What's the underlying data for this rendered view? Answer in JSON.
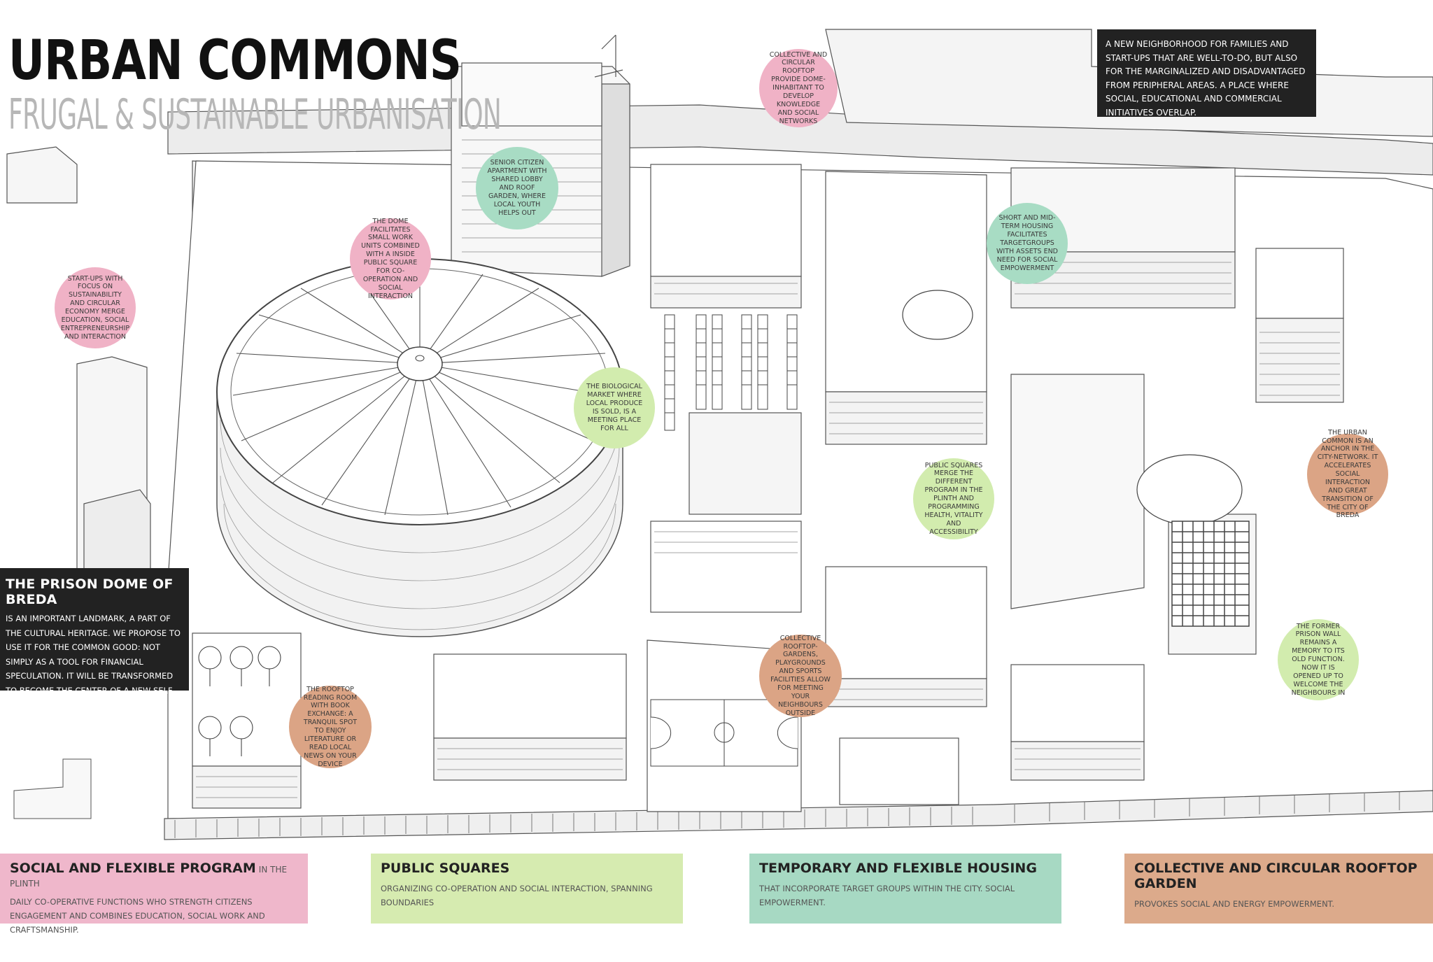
{
  "header": {
    "title": "URBAN COMMONS",
    "subtitle": "FRUGAL & SUSTAINABLE URBANISATION"
  },
  "intro": "A NEW NEIGHBORHOOD FOR FAMILIES AND START-UPS THAT ARE WELL-TO-DO, BUT ALSO FOR THE MARGINALIZED AND DISADVANTAGED FROM PERIPHERAL AREAS. A PLACE WHERE SOCIAL, EDUCATIONAL AND COMMERCIAL INITIATIVES OVERLAP.",
  "prison": {
    "title": "THE PRISON DOME OF BREDA",
    "body": "IS AN IMPORTANT LANDMARK, A PART OF THE CULTURAL HERITAGE. WE PROPOSE TO USE IT FOR THE COMMON GOOD: NOT SIMPLY AS A TOOL FOR FINANCIAL SPECULATION. IT WILL BE TRANSFORMED TO BECOME THE CENTER OF A NEW SELF-SUFFICIENT AND VIBRANT DISTRICT."
  },
  "bubbles": {
    "rooftop_collective": "COLLECTIVE AND CIRCULAR ROOFTOP PROVIDE DOME-INHABITANT TO DEVELOP KNOWLEDGE AND SOCIAL NETWORKS",
    "senior": "SENIOR CITIZEN APARTMENT WITH SHARED LOBBY AND ROOF GARDEN, WHERE LOCAL YOUTH HELPS OUT",
    "dome": "THE DOME FACILITATES SMALL WORK UNITS COMBINED WITH A INSIDE PUBLIC SQUARE FOR CO-OPERATION AND SOCIAL INTERACTION",
    "startups": "START-UPS WITH FOCUS ON SUSTAINABILITY AND CIRCULAR ECONOMY MERGE EDUCATION, SOCIAL ENTREPRENEURSHIP AND INTERACTION",
    "housing": "SHORT AND MID-TERM HOUSING FACILITATES TARGETGROUPS WITH ASSETS END NEED FOR SOCIAL EMPOWERMENT",
    "market": "THE BIOLOGICAL MARKET WHERE LOCAL PRODUCE IS SOLD, IS A MEETING PLACE FOR ALL",
    "squares": "PUBLIC SQUARES MERGE THE DIFFERENT PROGRAM IN THE PLINTH AND PROGRAMMING HEALTH, VITALITY AND ACCESSIBILITY",
    "anchor": "THE URBAN COMMON IS AN ANCHOR IN THE CITY-NETWORK. IT ACCELERATES SOCIAL INTERACTION AND GREAT TRANSITION OF THE CITY OF BREDA",
    "gardens": "COLLECTIVE ROOFTOP-GARDENS, PLAYGROUNDS AND SPORTS FACILITIES ALLOW FOR MEETING YOUR NEIGHBOURS OUTSIDE",
    "reading": "THE ROOFTOP READING ROOM WITH BOOK EXCHANGE: A TRANQUIL SPOT TO ENJOY LITERATURE OR READ LOCAL NEWS ON YOUR DEVICE",
    "wall": "THE FORMER PRISON WALL REMAINS A MEMORY TO ITS OLD FUNCTION. NOW IT IS OPENED UP TO WELCOME THE NEIGHBOURS IN"
  },
  "legend": [
    {
      "title": "SOCIAL AND FLEXIBLE PROGRAM",
      "sub": "IN THE PLINTH",
      "desc": "DAILY CO-OPERATIVE FUNCTIONS WHO STRENGTH CITIZENS ENGAGEMENT AND COMBINES EDUCATION, SOCIAL WORK AND CRAFTSMANSHIP.",
      "color": "#efb7cb"
    },
    {
      "title": "PUBLIC SQUARES",
      "sub": "",
      "desc": "ORGANIZING CO-OPERATION AND SOCIAL INTERACTION, SPANNING BOUNDARIES",
      "color": "#d6ebb0"
    },
    {
      "title": "TEMPORARY AND FLEXIBLE HOUSING",
      "sub": "",
      "desc": "THAT INCORPORATE TARGET GROUPS WITHIN THE CITY. SOCIAL EMPOWERMENT.",
      "color": "#a7d9c3"
    },
    {
      "title": "COLLECTIVE AND CIRCULAR ROOFTOP GARDEN",
      "sub": "",
      "desc": "PROVOKES SOCIAL AND ENERGY EMPOWERMENT.",
      "color": "#dcaa8b"
    }
  ]
}
